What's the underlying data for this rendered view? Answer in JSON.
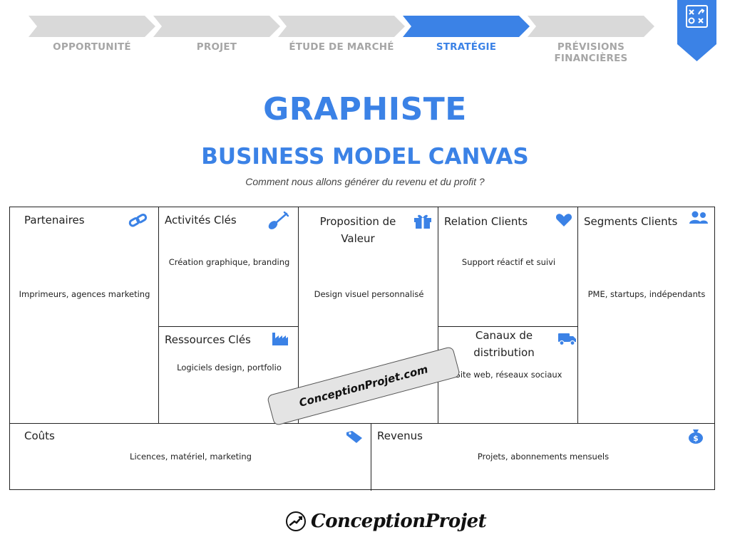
{
  "steps": [
    {
      "label": "OPPORTUNITÉ",
      "active": false
    },
    {
      "label": "PROJET",
      "active": false
    },
    {
      "label": "ÉTUDE DE MARCHÉ",
      "active": false
    },
    {
      "label": "STRATÉGIE",
      "active": true
    },
    {
      "label": "PRÉVISIONS FINANCIÈRES",
      "active": false
    }
  ],
  "colors": {
    "accent": "#3b82e6",
    "inactive_step": "#d9d9d9",
    "inactive_text": "#a6a6a6",
    "badge": "#3b82e6"
  },
  "badge_icon": "strategy-board-icon",
  "title": "GRAPHISTE",
  "subtitle": "BUSINESS MODEL CANVAS",
  "tagline": "Comment nous allons générer du revenu et du profit ?",
  "canvas": {
    "partenaires": {
      "title": "Partenaires",
      "text": "Imprimeurs, agences marketing",
      "icon": "link-icon"
    },
    "activites": {
      "title": "Activités Clés",
      "text": "Création graphique, branding",
      "icon": "shovel-icon"
    },
    "ressources": {
      "title": "Ressources Clés",
      "text": "Logiciels design, portfolio",
      "icon": "factory-icon"
    },
    "proposition": {
      "title_line1": "Proposition de",
      "title_line2": "Valeur",
      "text": "Design visuel personnalisé",
      "icon": "gift-icon"
    },
    "relation": {
      "title": "Relation Clients",
      "text": "Support réactif et suivi",
      "icon": "heart-icon"
    },
    "canaux": {
      "title_line1": "Canaux de",
      "title_line2": "distribution",
      "text": "Site web, réseaux sociaux",
      "icon": "truck-icon"
    },
    "segments": {
      "title": "Segments Clients",
      "text": "PME, startups, indépendants",
      "icon": "users-icon"
    },
    "couts": {
      "title": "Coûts",
      "text": "Licences, matériel, marketing",
      "icon": "tag-icon"
    },
    "revenus": {
      "title": "Revenus",
      "text": "Projets, abonnements mensuels",
      "icon": "money-bag-icon"
    }
  },
  "watermark": "ConceptionProjet.com",
  "footer_logo": "ConceptionProjet"
}
